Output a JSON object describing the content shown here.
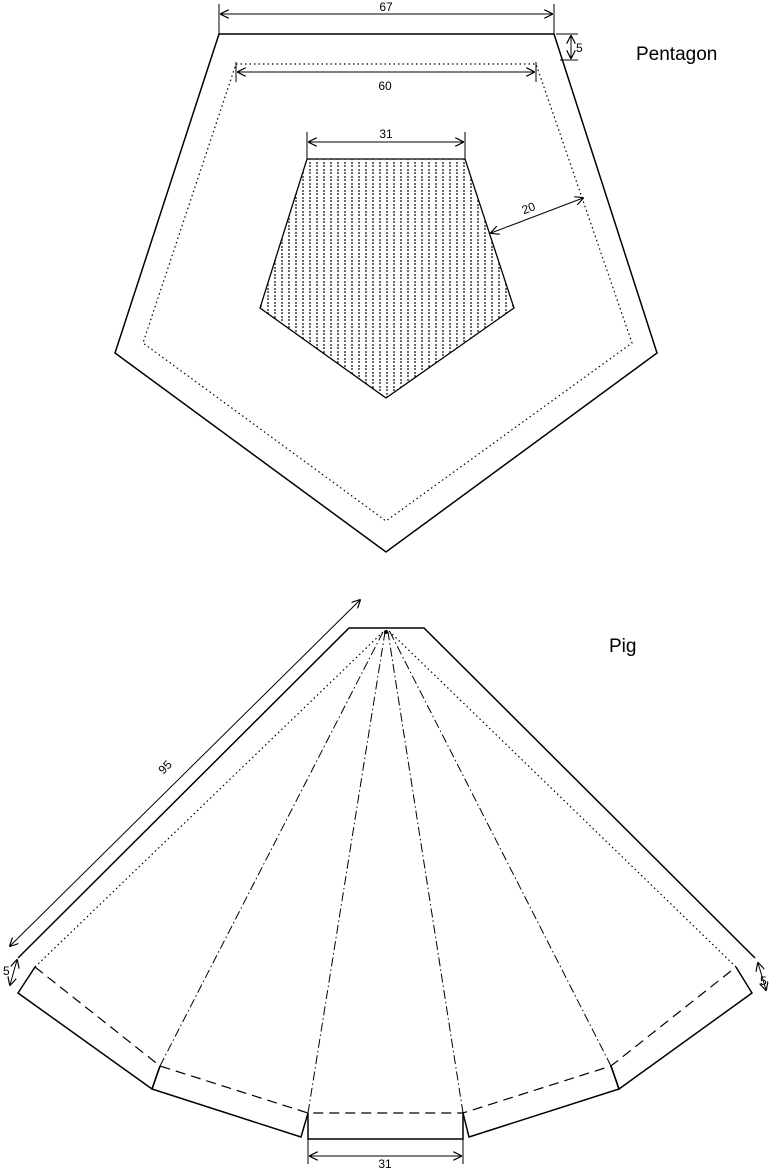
{
  "pentagon": {
    "title": "Pentagon",
    "dim_outer_top": "67",
    "dim_inner_top": "60",
    "dim_hole_top": "31",
    "dim_offset": "20",
    "dim_tab": "5"
  },
  "pig": {
    "title": "Pig",
    "dim_slant": "95",
    "dim_left_tab": "5",
    "dim_right_tab": "5",
    "dim_bottom": "31"
  }
}
